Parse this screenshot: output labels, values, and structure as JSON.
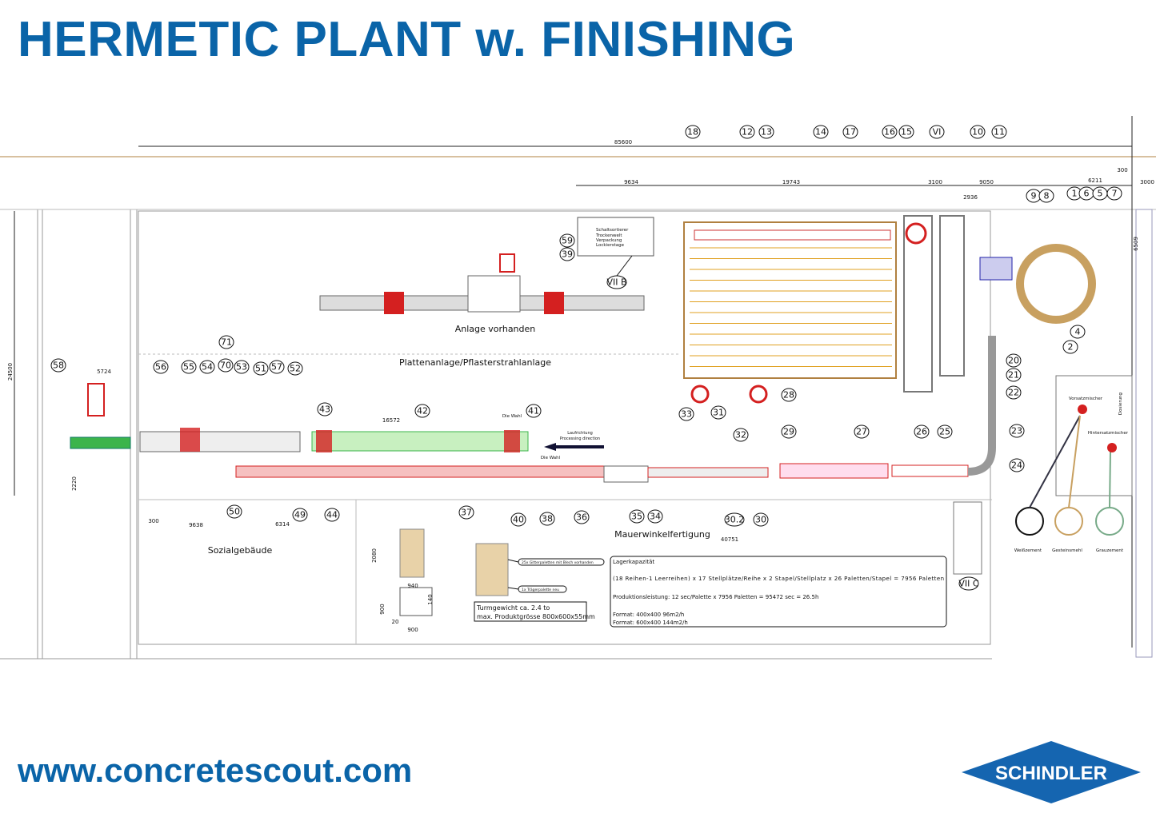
{
  "header": {
    "title": "HERMETIC PLANT w. FINISHING"
  },
  "footer": {
    "url": "www.concretescout.com",
    "logo_text": "SCHINDLER"
  },
  "colors": {
    "brand_blue": "#0a64a8",
    "equipment_red": "#d42020",
    "conveyor_green": "#3cb44b",
    "rack_yellow": "#e0a020"
  },
  "areas": {
    "existing_plant": "Anlage vorhanden",
    "slab_plant": "Plattenanlage/Pflasterstrahlanlage",
    "angle_wall": "Mauerwinkelfertigung",
    "social_building": "Sozialgebäude",
    "direction": "Laufrichtung",
    "direction_en": "Processing direction",
    "choice_1": "Die Wahl",
    "choice_2": "Die Wahl",
    "face_mixer": "Vorsatzmischer",
    "back_mixer": "Hintersatzmischer",
    "dosing": "Dosierung",
    "silo_white": "Weißzement",
    "silo_stone": "Gesteinsmehl",
    "silo_grey": "Grauzement"
  },
  "finishing_box": [
    "Schaltsortierer",
    "Trockenwelt",
    "Verpackung",
    "Lockierstage"
  ],
  "dimensions": [
    "85600",
    "9634",
    "19743",
    "3100",
    "9050",
    "2936",
    "6211",
    "300",
    "3000",
    "6509",
    "24500",
    "5724",
    "16572",
    "2220",
    "300",
    "9638",
    "6314",
    "40751",
    "2080",
    "940",
    "900",
    "900",
    "20",
    "140"
  ],
  "callouts": [
    "18",
    "12",
    "13",
    "14",
    "17",
    "16",
    "15",
    "VI",
    "10",
    "11",
    "9",
    "8",
    "1",
    "6",
    "5",
    "7",
    "4",
    "2",
    "59",
    "39",
    "VII B",
    "71",
    "58",
    "56",
    "55",
    "54",
    "70",
    "53",
    "51",
    "57",
    "52",
    "43",
    "42",
    "41",
    "20",
    "21",
    "22",
    "28",
    "33",
    "31",
    "32",
    "29",
    "27",
    "26",
    "25",
    "23",
    "24",
    "50",
    "49",
    "44",
    "37",
    "40",
    "38",
    "36",
    "35",
    "34",
    "30.2",
    "30",
    "VII C"
  ],
  "tower": {
    "label_top": "25x Gitterpaletten mit Blech vorhanden",
    "label_bottom": "1x Trägerpalette neu",
    "weight": "Turmgewicht ca. 2.4 to",
    "max_size": "max. Produktgrösse 800x600x55mm"
  },
  "capacity": {
    "title": "Lagerkapazität",
    "formula": "(18 Reihen-1 Leerreihen) x 17 Stellplätze/Reihe x 2 Stapel/Stellplatz x 26 Paletten/Stapel = 7956 Paletten",
    "production": "Produktionsleistung: 12 sec/Palette x 7956 Paletten = 95472 sec = 26.5h",
    "format1": "Format: 400x400   96m2/h",
    "format2": "Format: 600x400  144m2/h"
  }
}
